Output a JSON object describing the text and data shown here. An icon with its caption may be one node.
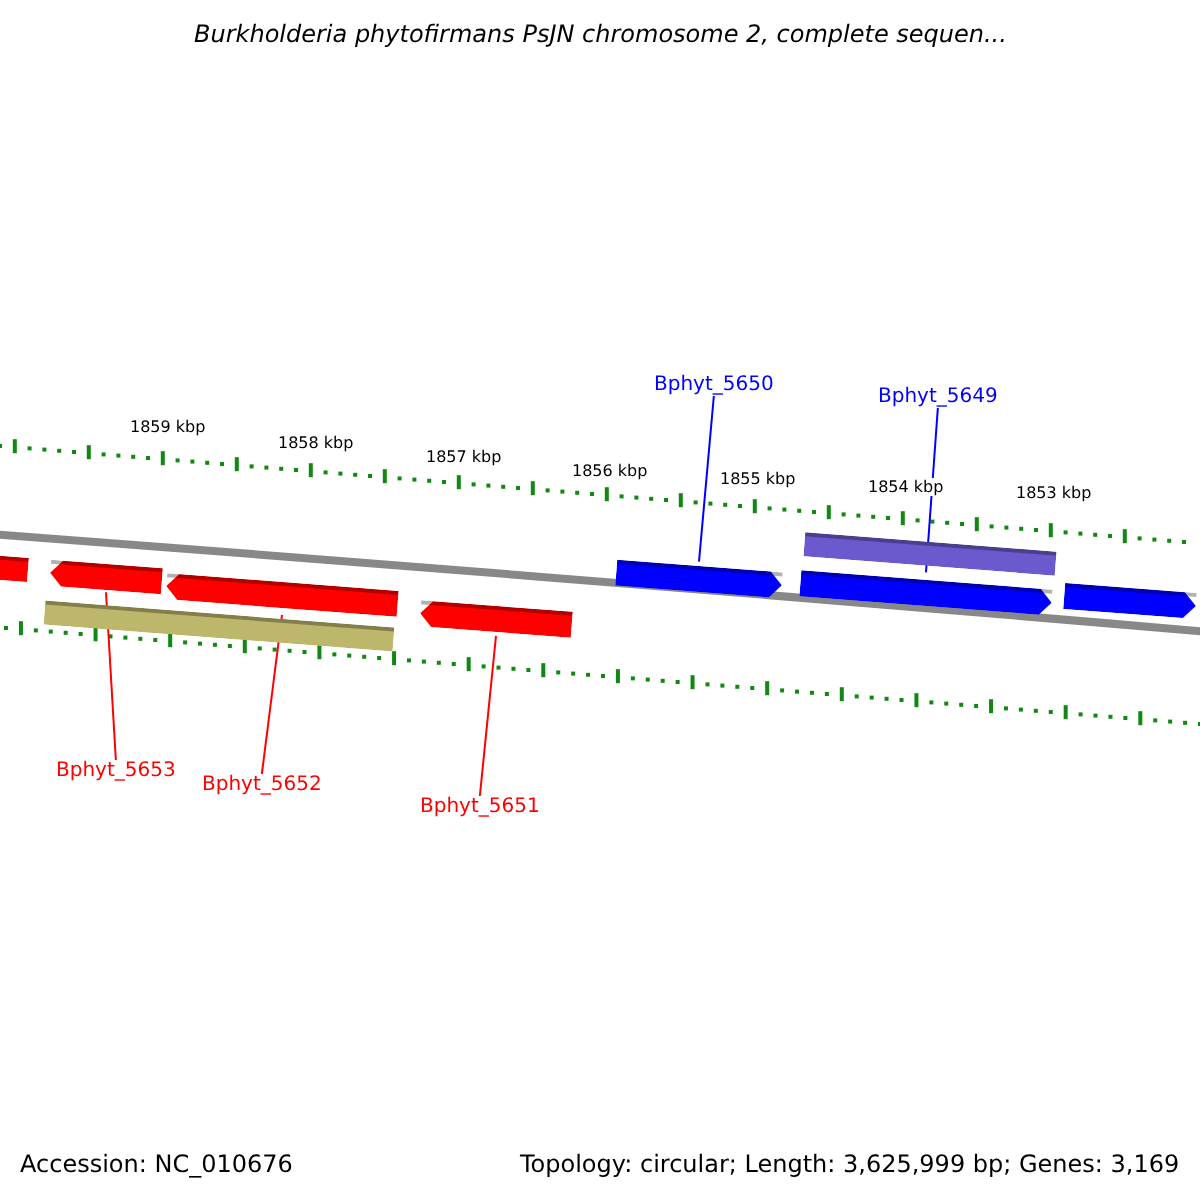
{
  "diagram": {
    "title": "Burkholderia phytofirmans PsJN chromosome 2, complete sequen...",
    "nodes": [
      {
        "text": [
          "Bphyt_5650"
        ]
      },
      {
        "text": [
          "Bphyt_5649"
        ]
      },
      {
        "text": [],
        "shape": "arrow"
      },
      {
        "text": [],
        "shape": "arrow"
      },
      {
        "text": [],
        "shape": "arrow"
      },
      {
        "text": [],
        "shape": "bar"
      },
      {
        "text": [],
        "shape": "arrow"
      },
      {
        "text": [],
        "shape": "arrow"
      },
      {
        "text": [],
        "shape": "bar"
      },
      {
        "text": [],
        "shape": "arrow"
      },
      {
        "text": [],
        "shape": "arrow"
      },
      {
        "text": [
          "Bphyt_5653"
        ]
      },
      {
        "text": [
          "Bphyt_5652"
        ]
      },
      {
        "text": [
          "Bphyt_5651"
        ]
      }
    ],
    "edges": [
      {
        "from": 0,
        "to": 7,
        "arrow": "none",
        "color": "#0000ff"
      },
      {
        "from": 1,
        "to": 9,
        "arrow": "none",
        "color": "#0000ff"
      },
      {
        "from": 11,
        "to": 3,
        "arrow": "none"
      },
      {
        "from": 12,
        "to": 4,
        "arrow": "none"
      },
      {
        "from": 13,
        "to": 6,
        "arrow": "none"
      }
    ],
    "labels": [
      "1859 kbp",
      "1858 kbp",
      "1857 kbp",
      "1856 kbp",
      "1855 kbp",
      "1854 kbp",
      "1853 kbp",
      "Accession: NC_010676",
      "Topology: circular; Length: 3,625,999 bp; Genes: 3,169"
    ]
  }
}
